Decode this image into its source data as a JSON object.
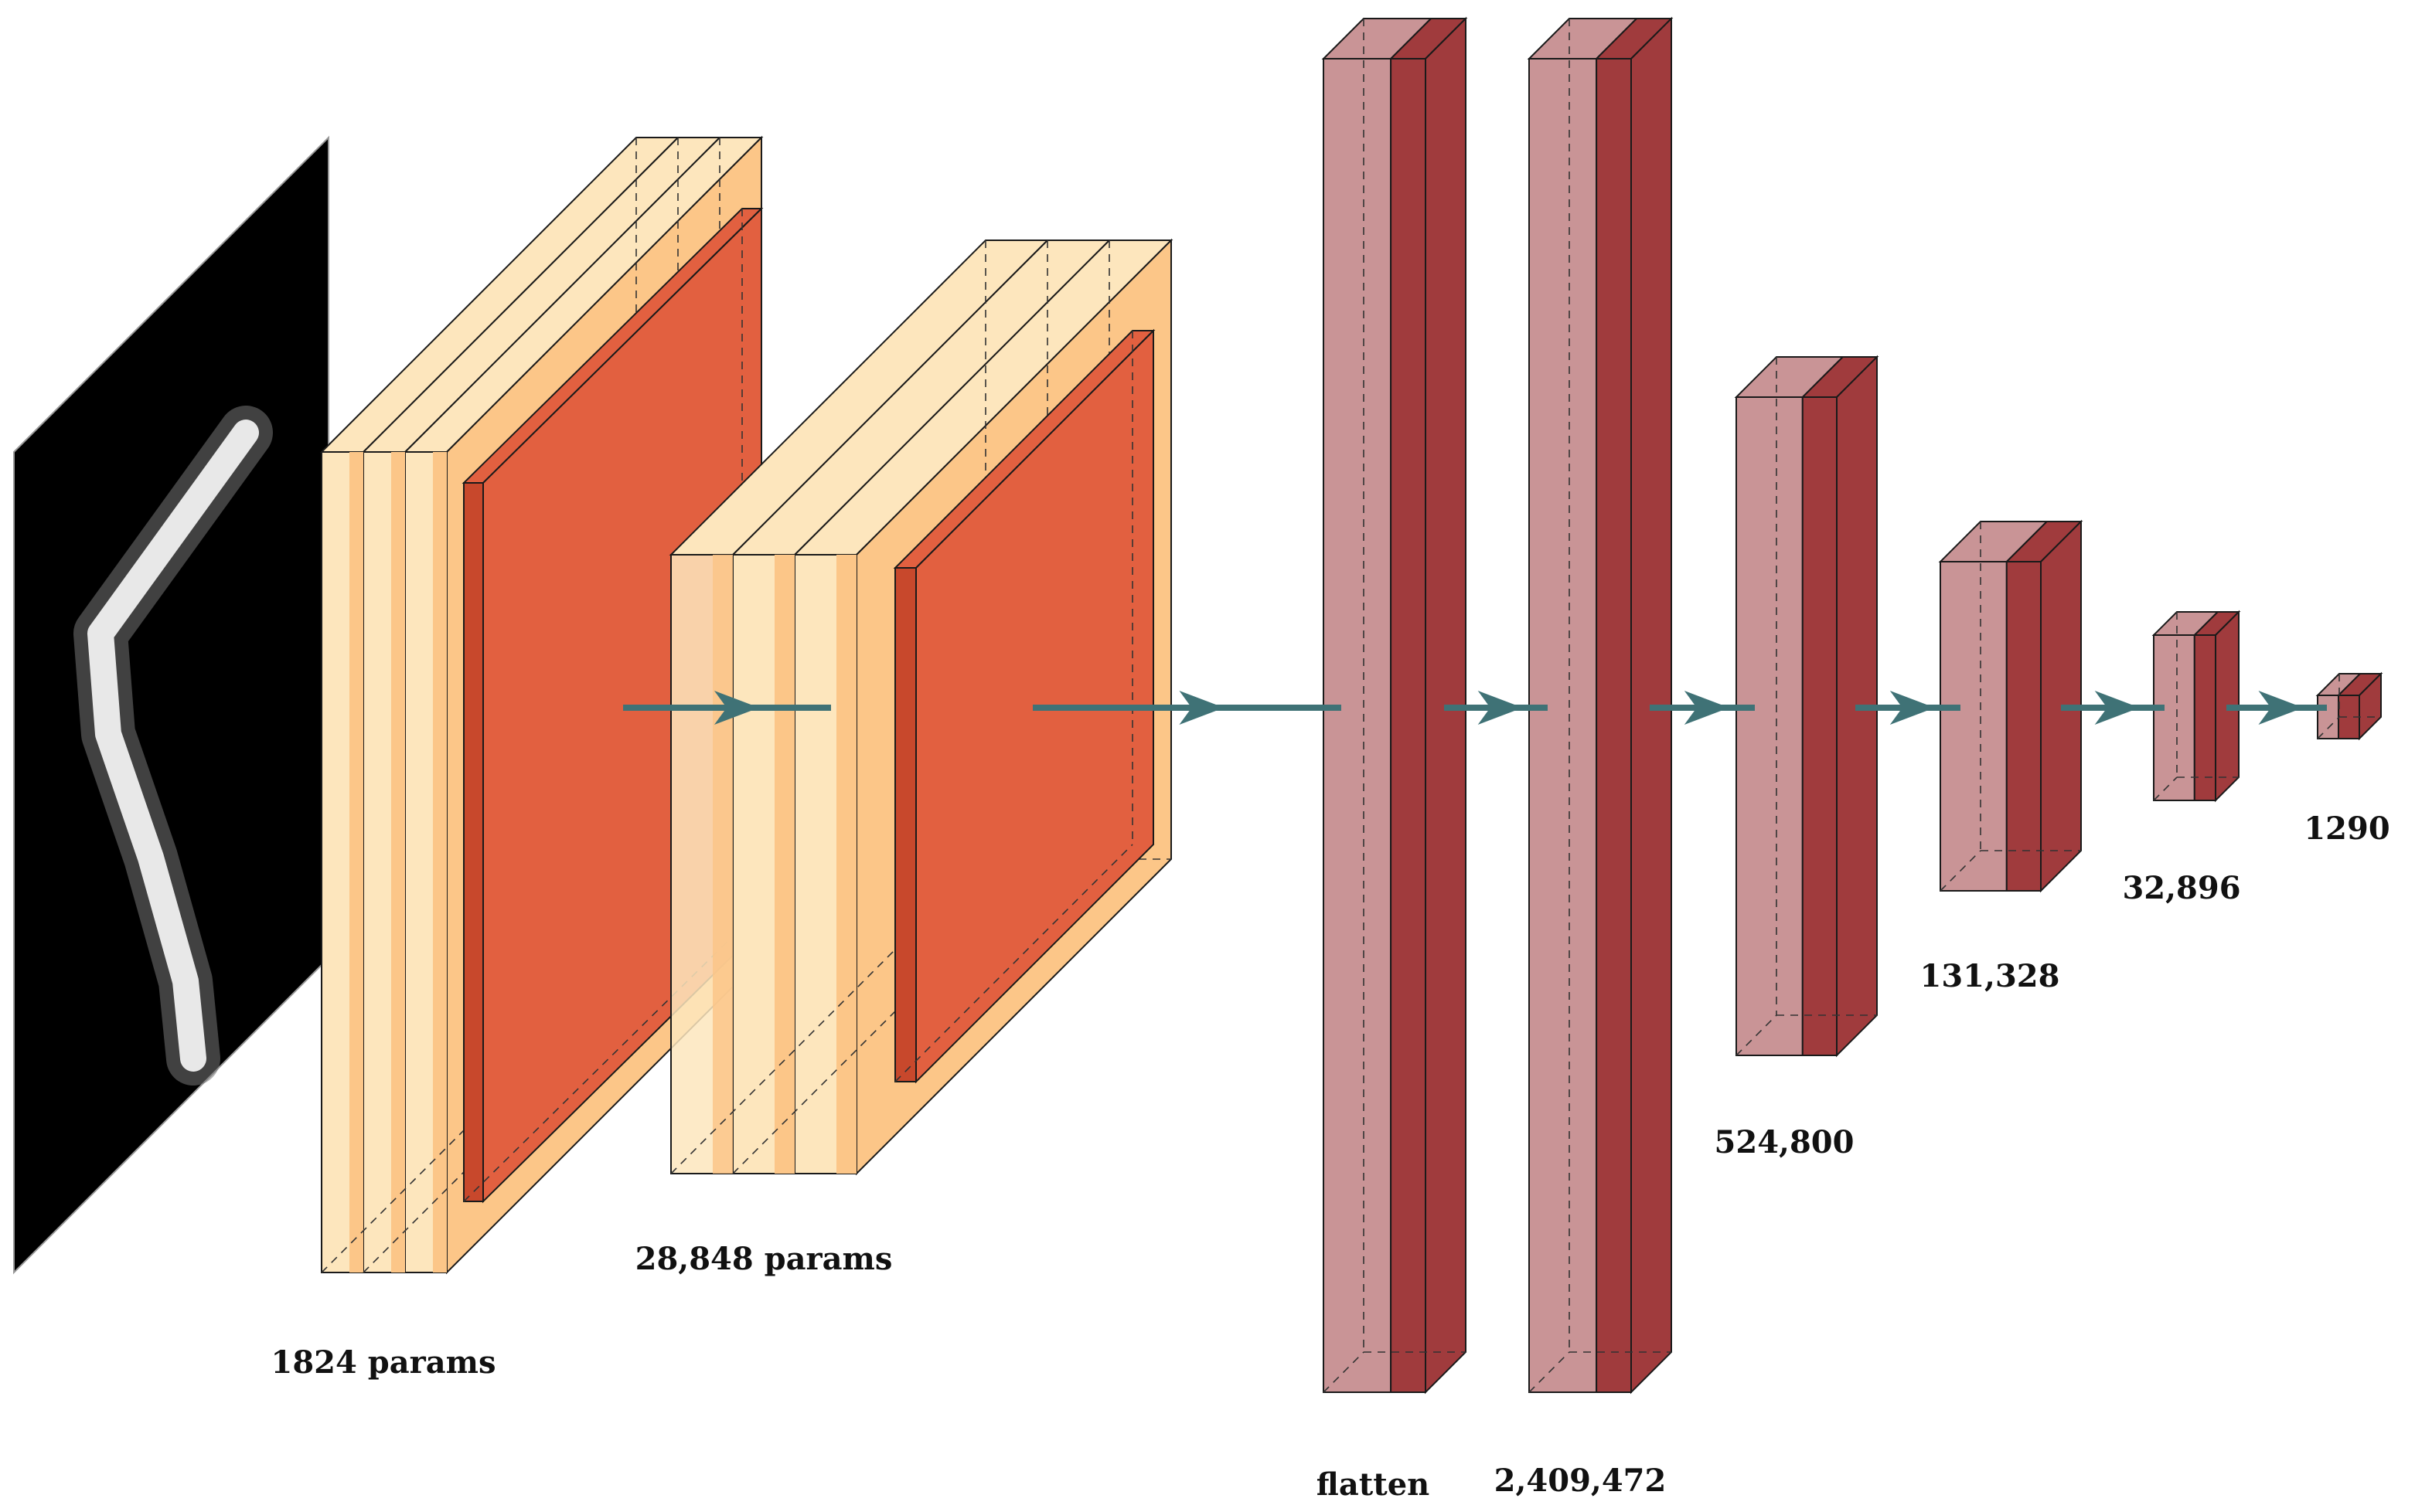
{
  "diagram": {
    "input_image": {
      "name": "input-digit-image",
      "description_icon": "handwritten-digit-icon"
    },
    "labels": {
      "conv1": "1824 params",
      "conv2": "28,848 params",
      "flatten": "flatten",
      "dense1": "2,409,472",
      "dense2": "524,800",
      "dense3": "131,328",
      "dense4": "32,896",
      "output": "1290"
    }
  },
  "colors": {
    "conv_light": "#fde6bd",
    "conv_mid": "#fcc688",
    "pool": "#e26040",
    "dense_light": "#c99496",
    "dense_dark": "#a03b3d",
    "arrow": "#3f7276",
    "image_bg": "#000000"
  }
}
